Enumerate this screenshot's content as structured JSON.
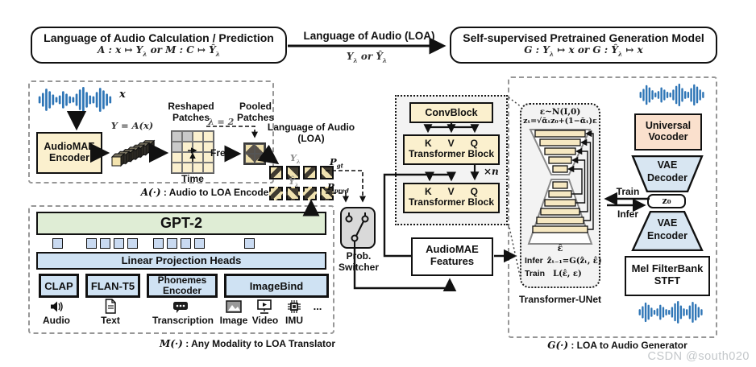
{
  "banner": {
    "left_title": "Language of Audio Calculation / Prediction",
    "left_formula": [
      {
        "t": "A : x ↦ Y"
      },
      {
        "sub": "λ"
      },
      {
        "t": "    or    M : C ↦ Ŷ"
      },
      {
        "sub": "λ"
      }
    ],
    "arrow_label": "Language of Audio (LOA)",
    "arrow_sub": [
      {
        "t": "Y"
      },
      {
        "sub": "λ"
      },
      {
        "t": "  or  Ŷ"
      },
      {
        "sub": "λ"
      }
    ],
    "right_title": "Self-supervised Pretrained Generation Model",
    "right_formula": [
      {
        "t": "G : Y"
      },
      {
        "sub": "λ"
      },
      {
        "t": " ↦ x    or    G : Ŷ"
      },
      {
        "sub": "λ"
      },
      {
        "t": " ↦ x"
      }
    ]
  },
  "encoder": {
    "x": "x",
    "box_l1": "AudioMAE",
    "box_l2": "Encoder",
    "y_formula": "Y = A(x)",
    "reshaped_l1": "Reshaped",
    "reshaped_l2": "Patches",
    "lambda": "λ = 2",
    "pooled_l1": "Pooled",
    "pooled_l2": "Patches",
    "freq": "Freq",
    "time": "Time",
    "caption_sym": "A(·)",
    "caption_text": " : Audio to LOA Encoder"
  },
  "loa": {
    "title_l1": "Language of Audio",
    "title_l2": "(LOA)",
    "y": [
      {
        "t": "Y"
      },
      {
        "sub": "λ"
      }
    ],
    "yhat": [
      {
        "t": "Ŷ"
      },
      {
        "sub": "λ"
      }
    ],
    "pgt": [
      {
        "t": "P"
      },
      {
        "sub": "gt"
      }
    ],
    "ppred": [
      {
        "t": "P"
      },
      {
        "sub": "pred"
      }
    ]
  },
  "switcher": {
    "l1": "Prob.",
    "l2": "Switcher"
  },
  "translator": {
    "gpt": "GPT-2",
    "heads": "Linear Projection Heads",
    "encoders": [
      "CLAP",
      "FLAN-T5",
      "Phonemes Encoder",
      "ImageBind"
    ],
    "modalities": [
      "Audio",
      "Text",
      "Transcription",
      "Image",
      "Video",
      "IMU"
    ],
    "ellipsis": "...",
    "caption_sym": "M(·)",
    "caption_text": " : Any Modality to LOA Translator"
  },
  "attention": {
    "conv": "ConvBlock",
    "k": "K",
    "v": "V",
    "q": "Q",
    "block": "Transformer Block",
    "repeat": "×n"
  },
  "features": {
    "l1": "AudioMAE",
    "l2": "Features"
  },
  "unet": {
    "eq1": "ε~N(I,0)",
    "eq2": "zₜ=√ᾱₜz₀+(1−ᾱₜ)ε",
    "eps_hat": "ε̂",
    "infer_label": "Infer",
    "infer_eq": "ẑₜ₋₁=G(ẑₜ, ε̂)",
    "train_label": "Train",
    "train_eq": "L(ε̂, ε)",
    "caption": "Transformer-UNet"
  },
  "bridge": {
    "train": "Train",
    "infer": "Infer"
  },
  "generator": {
    "vocoder_l1": "Universal",
    "vocoder_l2": "Vocoder",
    "dec_l1": "VAE",
    "dec_l2": "Decoder",
    "z0": "z₀",
    "enc_l1": "VAE",
    "enc_l2": "Encoder",
    "mel_l1": "Mel FilterBank",
    "mel_l2": "STFT",
    "caption_sym": "G(·)",
    "caption_text": " : LOA to Audio Generator"
  },
  "watermark": "CSDN @south020",
  "colors": {
    "tan": "#FBF0CE",
    "green": "#DFEDD5",
    "blue": "#CFE2F3",
    "token_blue": "#C9DAF1",
    "peach": "#FAE0CD",
    "switch_gray": "#D9D9D9",
    "panel_gray": "#F3F3F3",
    "wave_blue": "#2E75B6"
  }
}
